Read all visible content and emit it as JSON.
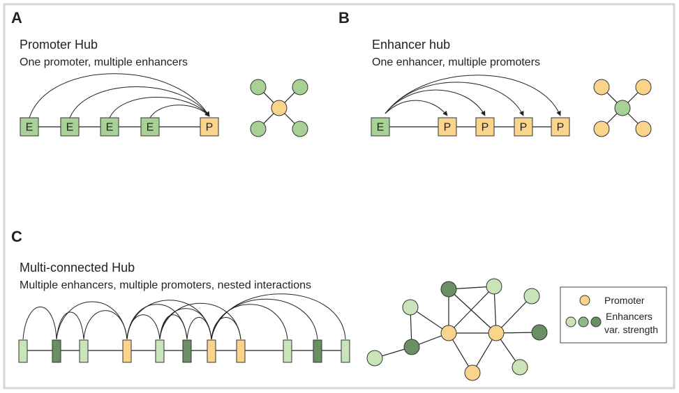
{
  "colors": {
    "promoter": "#f9d48a",
    "enhancer_light": "#c9e4b8",
    "enhancer_mid": "#8fb885",
    "enhancer_dark": "#6a8f63",
    "box_enhancer": "#a8d196",
    "stroke": "#333333"
  },
  "panelA": {
    "letter": "A",
    "title": "Promoter Hub",
    "subtitle": "One promoter, multiple enhancers",
    "enhancer_label": "E",
    "promoter_label": "P"
  },
  "panelB": {
    "letter": "B",
    "title": "Enhancer hub",
    "subtitle": "One enhancer, multiple promoters",
    "enhancer_label": "E",
    "promoter_label": "P"
  },
  "panelC": {
    "letter": "C",
    "title": "Multi-connected Hub",
    "subtitle": "Multiple enhancers, multiple promoters, nested interactions"
  },
  "legend": {
    "promoter": "Promoter",
    "enhancers_line1": "Enhancers",
    "enhancers_line2": "var. strength"
  }
}
